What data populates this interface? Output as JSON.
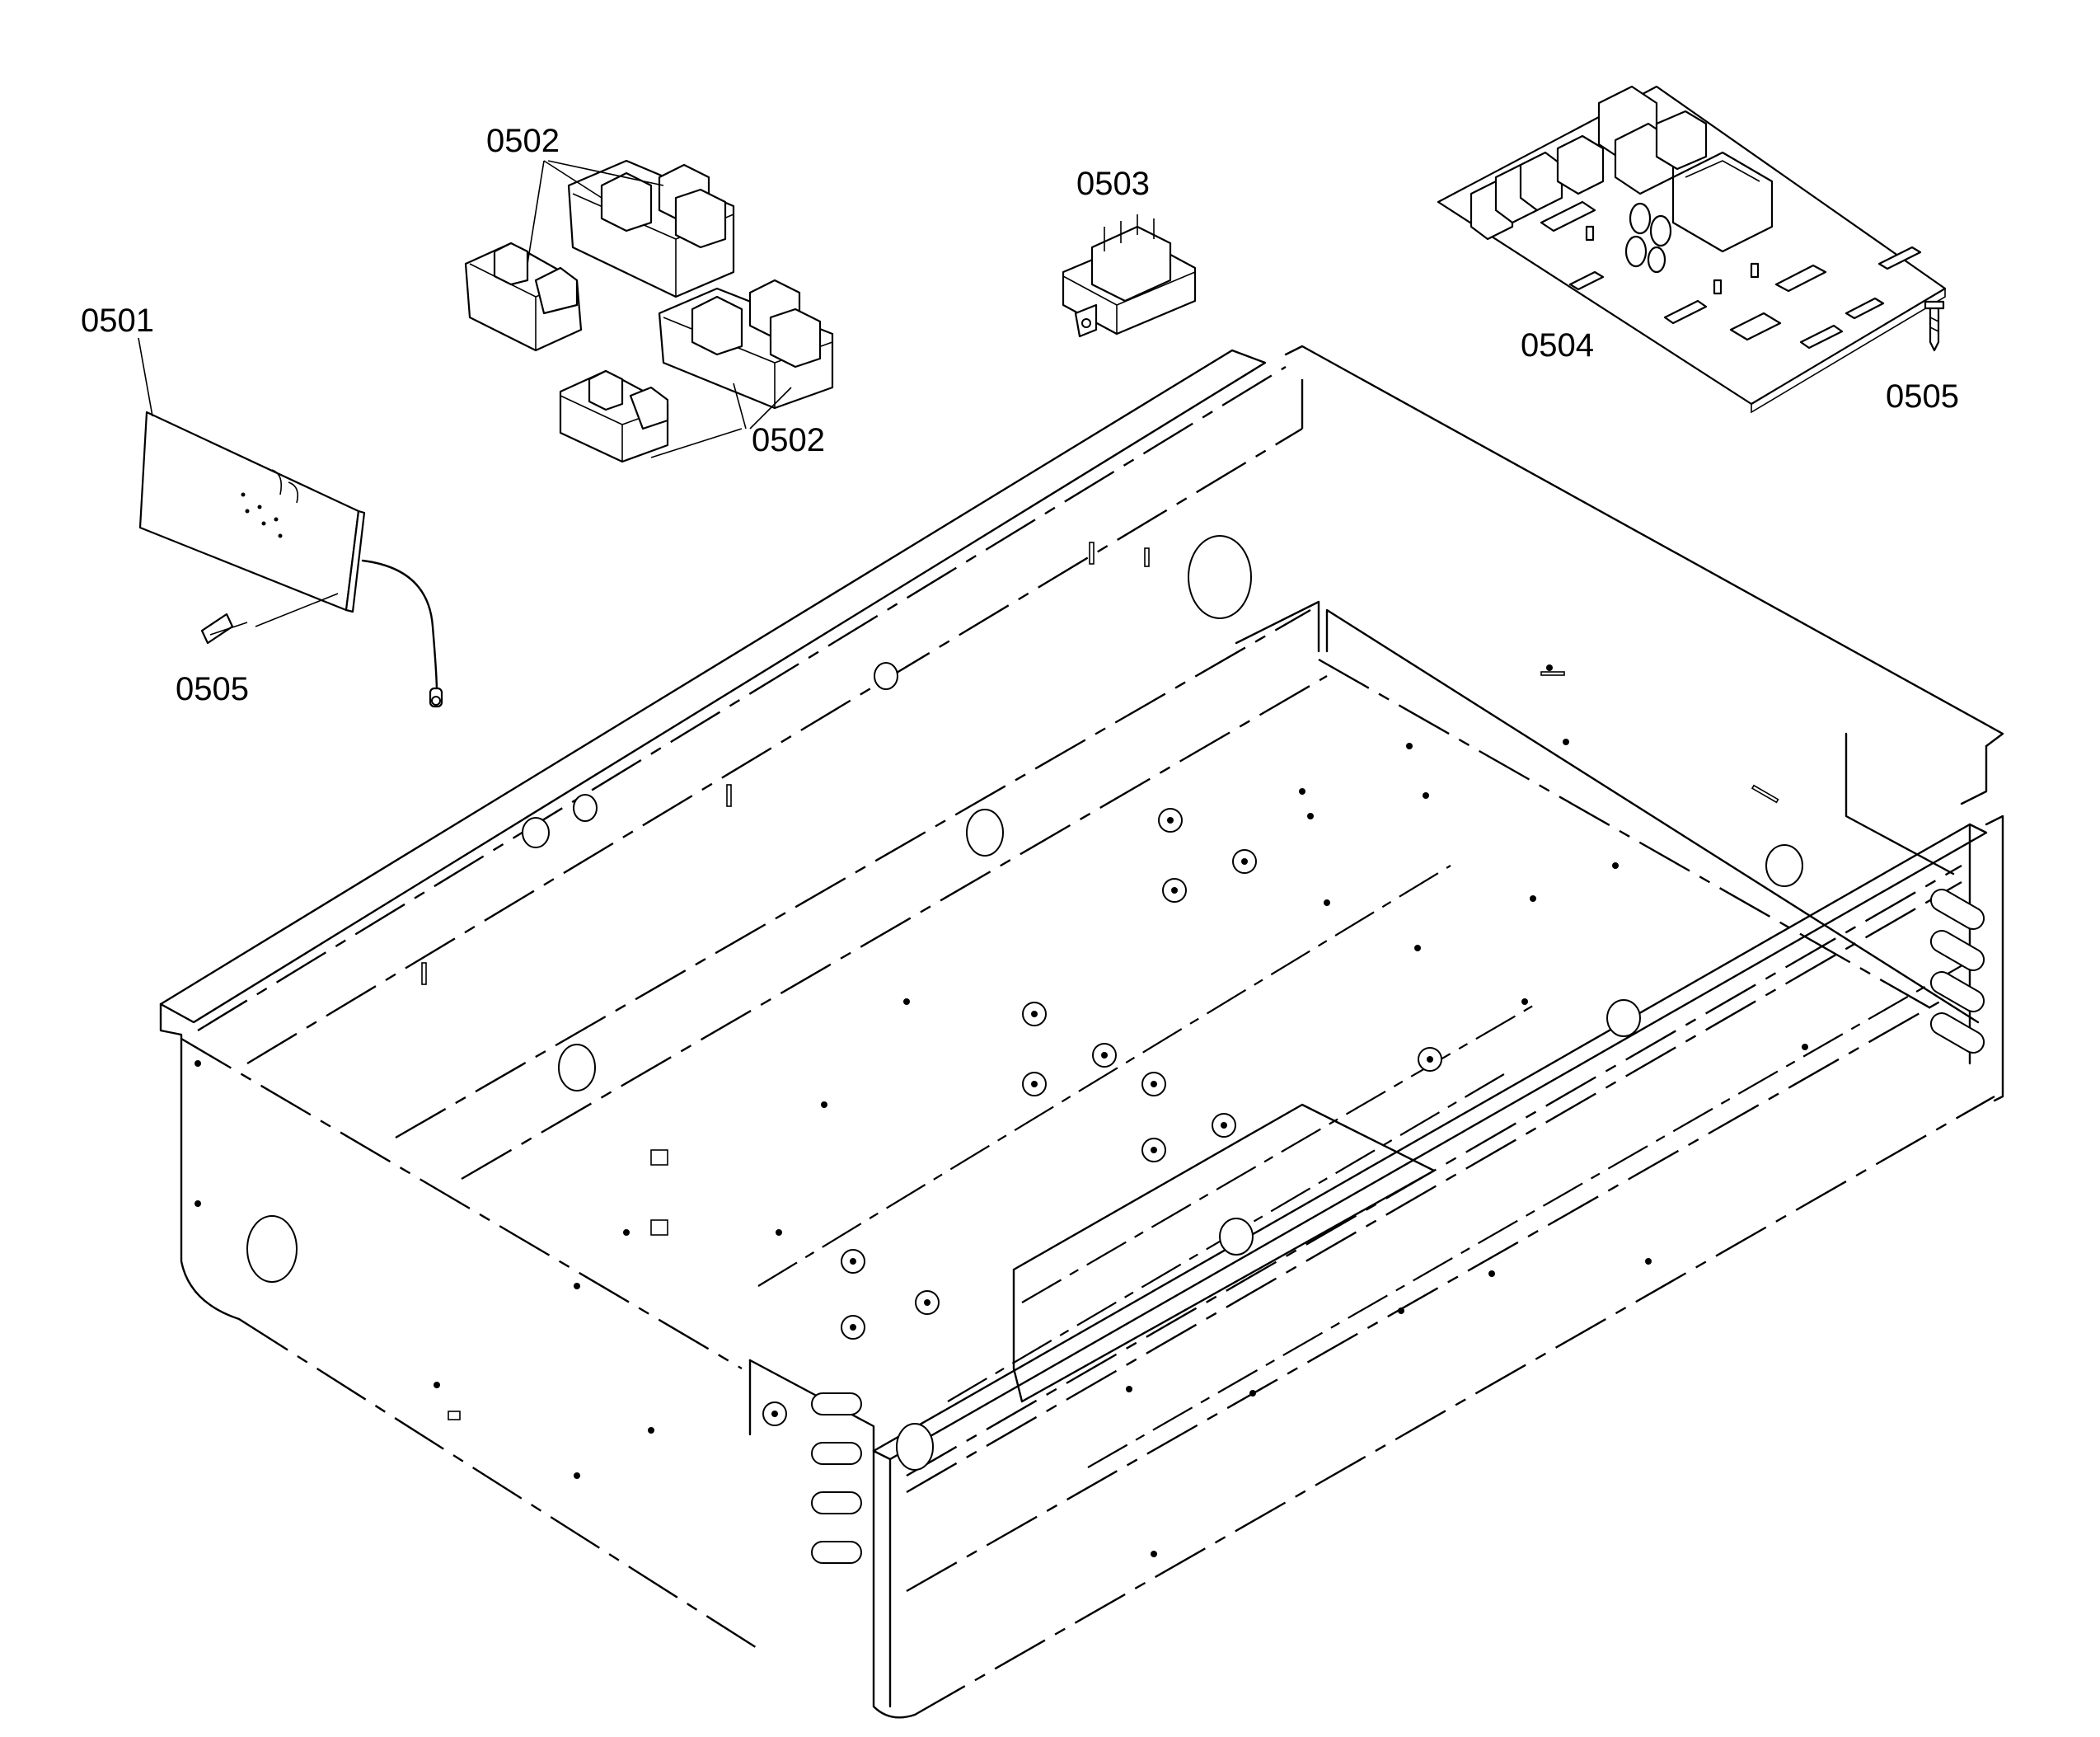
{
  "labels": {
    "p0501": "0501",
    "p0502_top": "0502",
    "p0502_bottom": "0502",
    "p0503": "0503",
    "p0504": "0504",
    "p0505_left": "0505",
    "p0505_right": "0505"
  }
}
